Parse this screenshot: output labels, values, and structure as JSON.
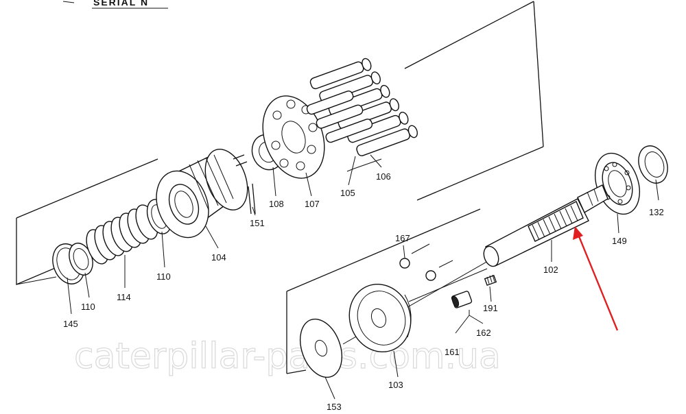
{
  "header_fragment": "SERIAL N",
  "watermark": "caterpillar-parts.com.ua",
  "highlight_color": "#e02020",
  "line_color": "#111111",
  "labels": {
    "p102": "102",
    "p103": "103",
    "p104": "104",
    "p105": "105",
    "p106": "106",
    "p107": "107",
    "p108": "108",
    "p110a": "110",
    "p110b": "110",
    "p114": "114",
    "p132": "132",
    "p145": "145",
    "p149": "149",
    "p151": "151",
    "p153": "153",
    "p161": "161",
    "p162": "162",
    "p167": "167",
    "p191": "191"
  }
}
